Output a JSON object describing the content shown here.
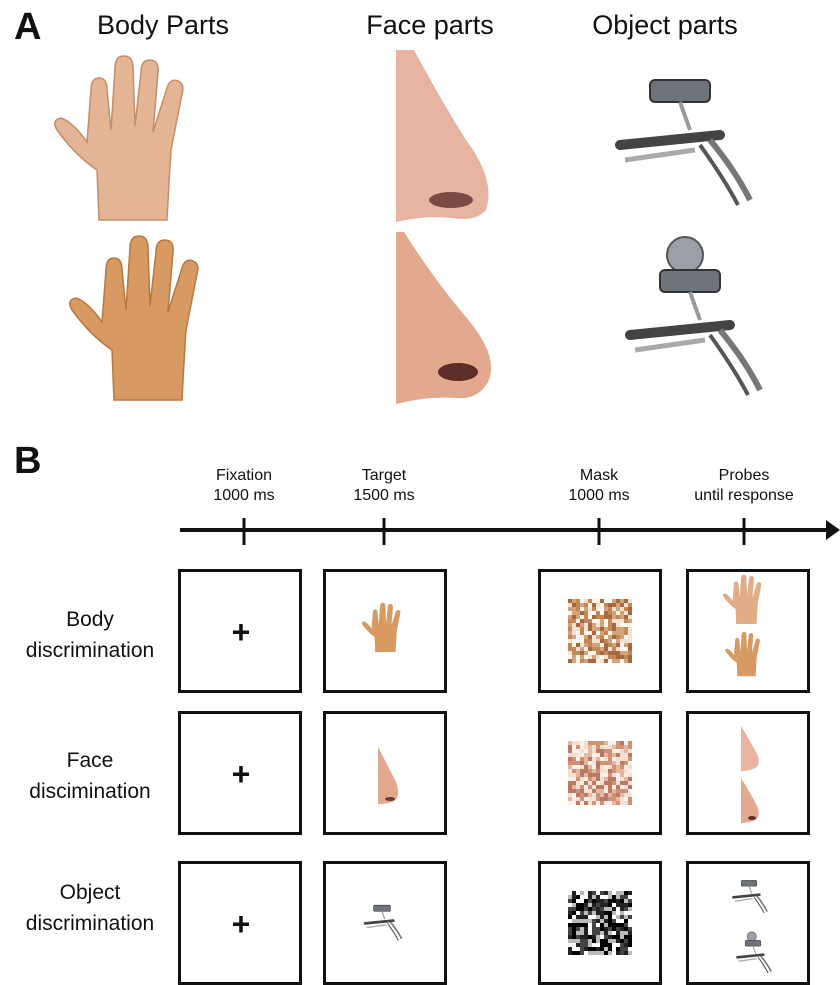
{
  "panel_a": {
    "letter": "A",
    "columns": [
      "Body Parts",
      "Face parts",
      "Object parts"
    ]
  },
  "panel_b": {
    "letter": "B",
    "timeline": [
      {
        "line1": "Fixation",
        "line2": "1000 ms"
      },
      {
        "line1": "Target",
        "line2": "1500 ms"
      },
      {
        "line1": "Mask",
        "line2": "1000 ms"
      },
      {
        "line1": "Probes",
        "line2": "until response"
      }
    ],
    "rows": [
      {
        "line1": "Body",
        "line2": "discrimination"
      },
      {
        "line1": "Face",
        "line2": "discimination"
      },
      {
        "line1": "Object",
        "line2": "discrimination"
      }
    ],
    "fixation_symbol": "+"
  },
  "colors": {
    "skin_light": "#e2b08f",
    "skin_dark": "#d4935e",
    "metal": "#8a8f96",
    "ink": "#111111"
  }
}
